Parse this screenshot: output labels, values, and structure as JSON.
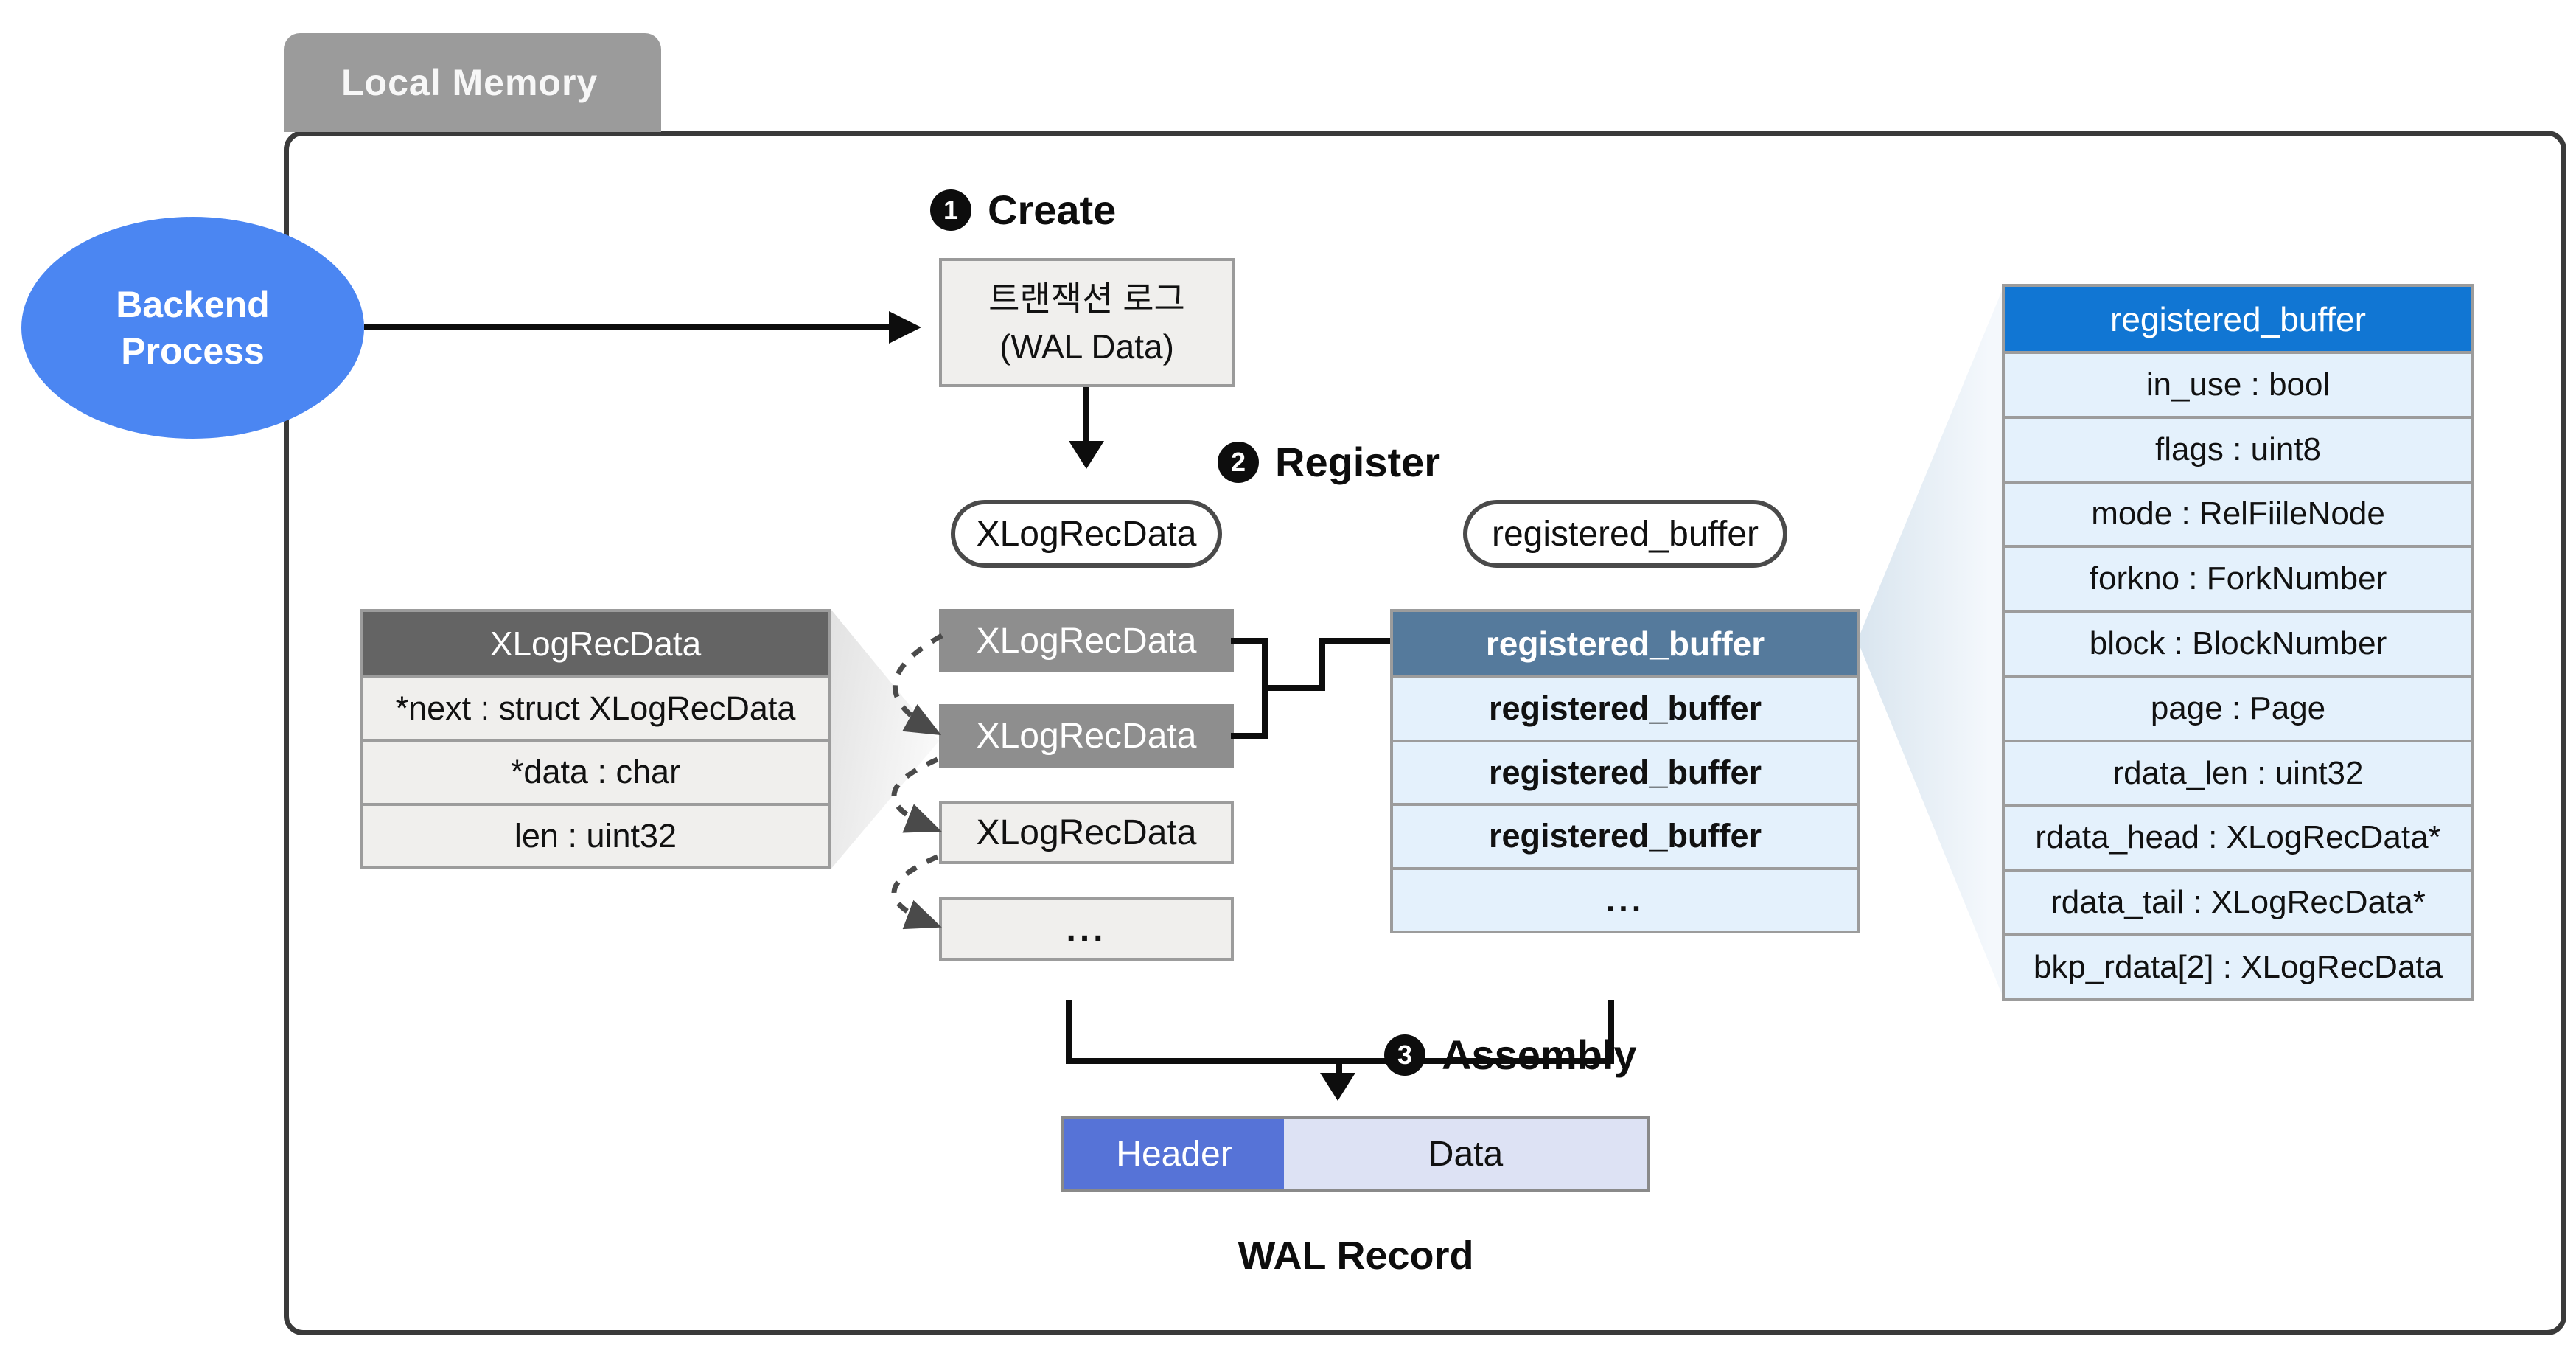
{
  "diagram": {
    "region_label": "Local Memory",
    "actor": {
      "line1": "Backend",
      "line2": "Process"
    },
    "steps": [
      {
        "num": "1",
        "label": "Create"
      },
      {
        "num": "2",
        "label": "Register"
      },
      {
        "num": "3",
        "label": "Assembly"
      }
    ],
    "wal_data_box": {
      "line1": "트랜잭션 로그",
      "line2": "(WAL Data)"
    },
    "pills": {
      "xlogrecdata": "XLogRecData",
      "registered_buffer": "registered_buffer"
    },
    "xlog_table": {
      "header": "XLogRecData",
      "rows": [
        "*next : struct XLogRecData",
        "*data : char",
        "len : uint32"
      ]
    },
    "xlog_stack": [
      "XLogRecData",
      "XLogRecData",
      "XLogRecData",
      "..."
    ],
    "rb_stack": {
      "header": "registered_buffer",
      "rows": [
        "registered_buffer",
        "registered_buffer",
        "registered_buffer",
        "..."
      ]
    },
    "rb_table": {
      "header": "registered_buffer",
      "rows": [
        "in_use : bool",
        "flags : uint8",
        "mode : RelFiileNode",
        "forkno : ForkNumber",
        "block : BlockNumber",
        "page : Page",
        "rdata_len : uint32",
        "rdata_head : XLogRecData*",
        "rdata_tail : XLogRecData*",
        "bkp_rdata[2] : XLogRecData"
      ]
    },
    "wal_record": {
      "header": "Header",
      "data": "Data",
      "caption": "WAL Record"
    },
    "colors": {
      "actor_blue": "#4b86f2",
      "tab_gray": "#9b9b9b",
      "table_header_gray": "#646464",
      "stack_gray": "#8e8e8e",
      "rb_stack_header": "#557a9c",
      "rb_table_header": "#1176d3",
      "light_blue_row": "#e4f1fc",
      "wal_header_blue": "#5673d7",
      "wal_data_lavender": "#dde2f4"
    }
  }
}
